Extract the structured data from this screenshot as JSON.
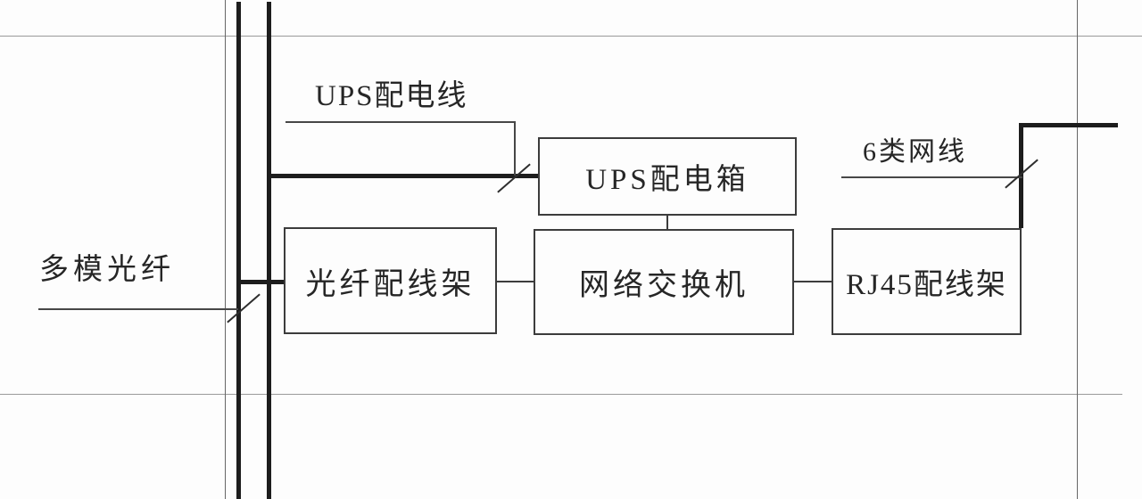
{
  "diagram": {
    "type": "network-cabling-schematic",
    "boxes": {
      "ups_distribution_box": "UPS配电箱",
      "fiber_patch_panel": "光纤配线架",
      "network_switch": "网络交换机",
      "rj45_patch_panel": "RJ45配线架"
    },
    "cable_labels": {
      "ups_power_cable": "UPS配电线",
      "multimode_fiber": "多模光纤",
      "cat6_cable": "6类网线"
    },
    "colors": {
      "thick_cable_line": "#1d1d1d",
      "grid_line": "#9a9a9a",
      "box_border": "#3c3c3c",
      "text": "#262626",
      "background": "#fdfdfd"
    }
  }
}
